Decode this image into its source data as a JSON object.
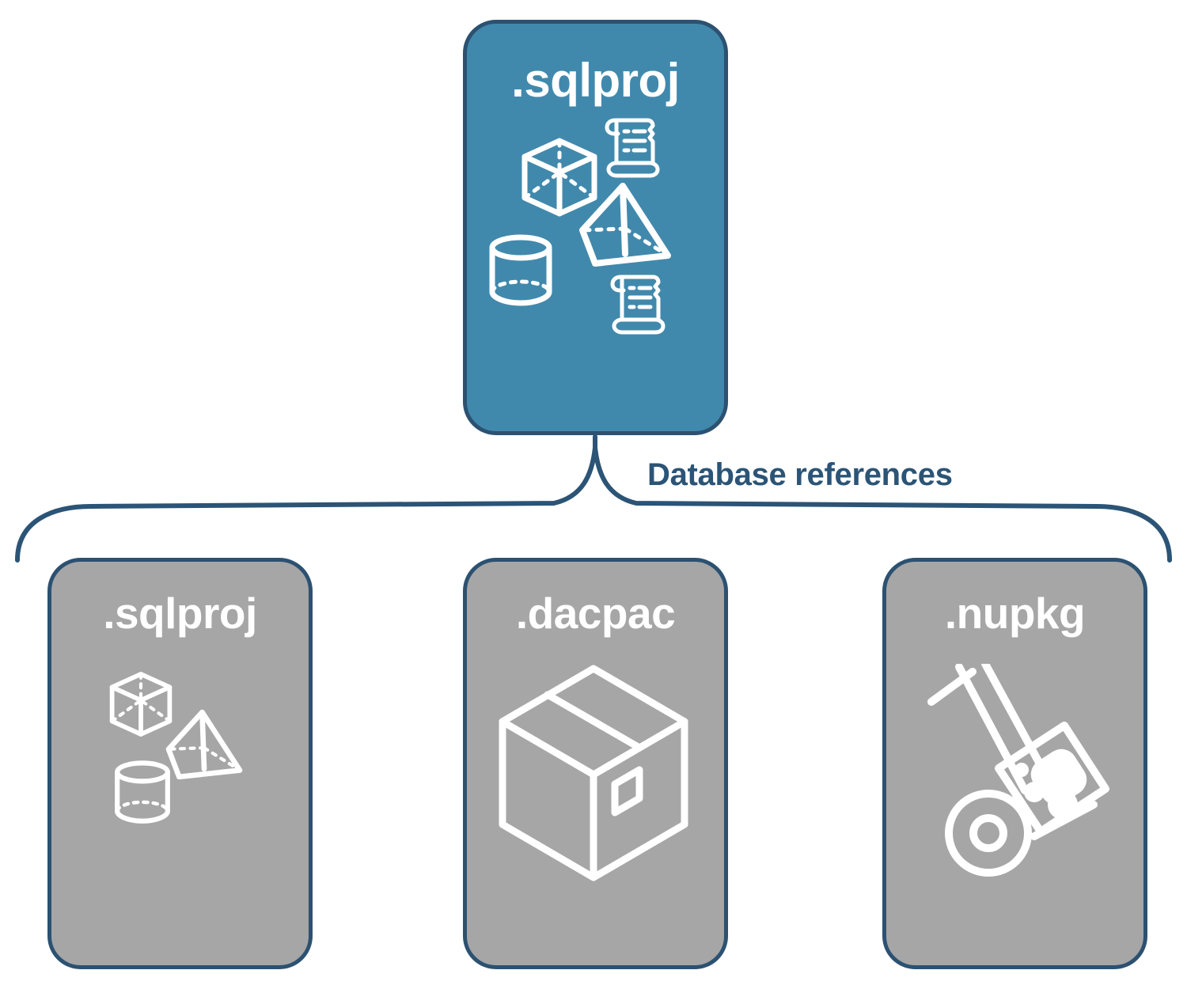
{
  "diagram": {
    "title": ".sqlproj database references",
    "colors": {
      "source_card_fill": "#4189AC",
      "reference_card_fill": "#A6A6A6",
      "card_border": "#2C5171",
      "connector_line": "#2B5476",
      "label_text": "#2B5476",
      "card_text": "#FFFFFF",
      "background": "#FFFFFF"
    },
    "source": {
      "label": ".sqlproj",
      "icons": [
        "wireframe-cube-icon",
        "scroll-document-icon",
        "wireframe-pyramid-icon",
        "wireframe-cylinder-icon",
        "scroll-document-icon"
      ]
    },
    "connector": {
      "label": "Database references",
      "style": "curly-brace",
      "branch_count": 3
    },
    "references": [
      {
        "label": ".sqlproj",
        "icons": [
          "wireframe-cube-icon",
          "wireframe-pyramid-icon",
          "wireframe-cylinder-icon"
        ]
      },
      {
        "label": ".dacpac",
        "icons": [
          "shipping-box-icon"
        ]
      },
      {
        "label": ".nupkg",
        "icons": [
          "hand-truck-package-icon"
        ]
      }
    ]
  }
}
